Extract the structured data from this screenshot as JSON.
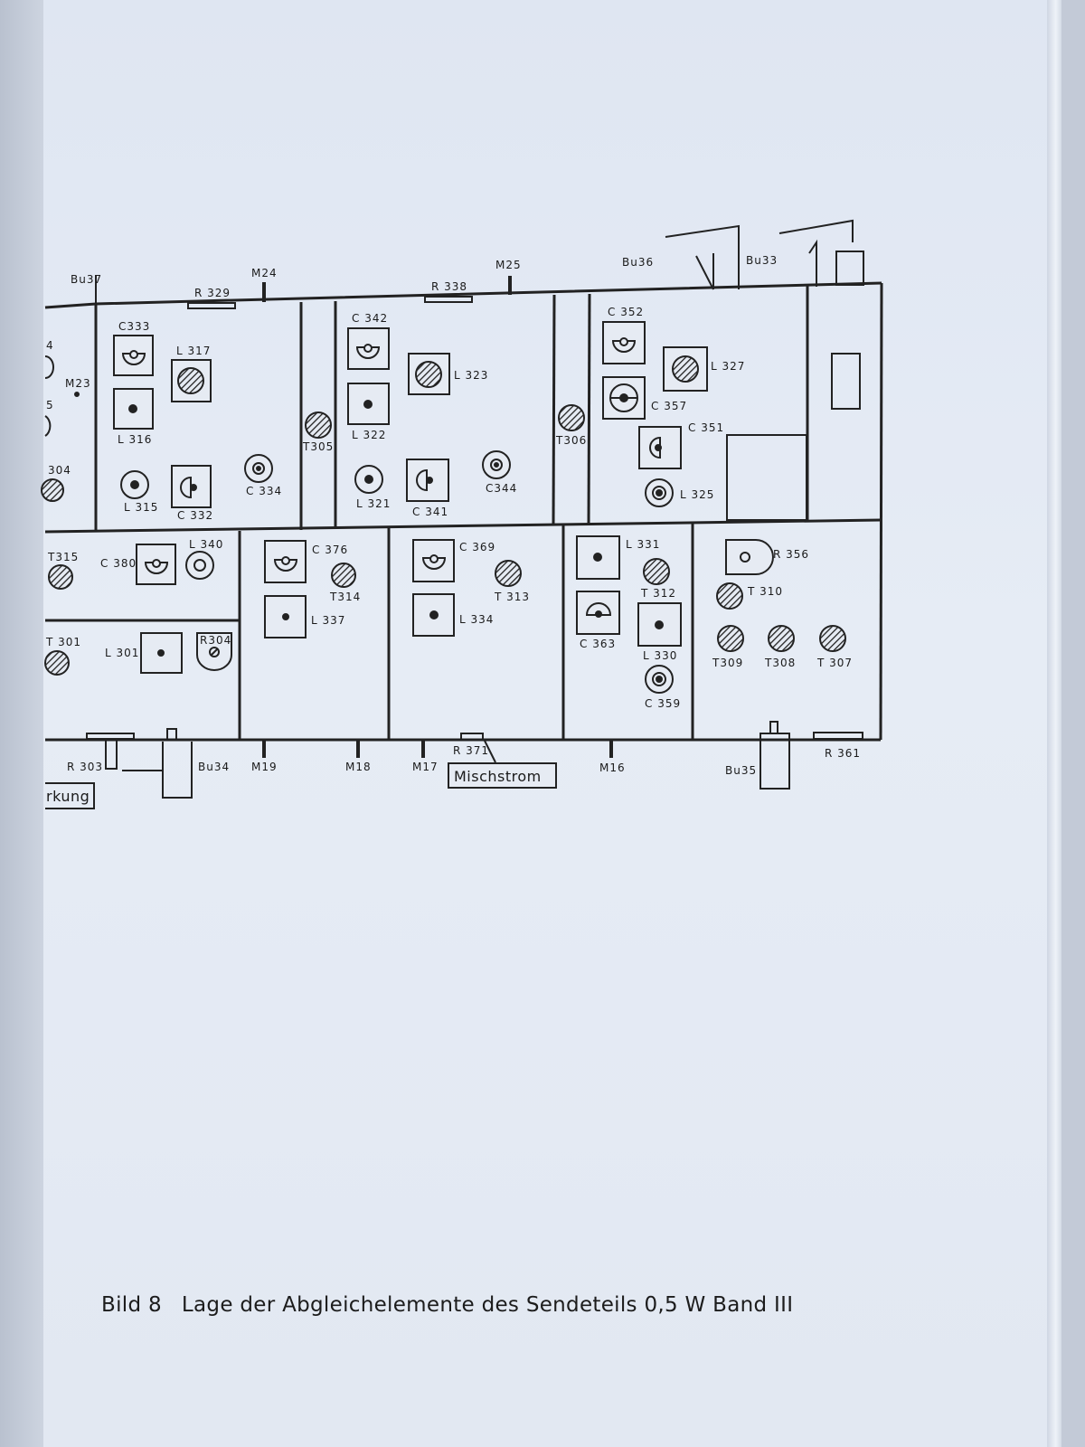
{
  "diagram": {
    "labels": {
      "bu37": "Bu37",
      "m24": "M24",
      "r329": "R 329",
      "r338": "R 338",
      "m25": "M25",
      "bu36": "Bu36",
      "bu33": "Bu33",
      "c333": "C333",
      "l317": "L 317",
      "m23": "M23",
      "l316": "L 316",
      "lbl304": "304",
      "l315": "L 315",
      "c332": "C 332",
      "c334": "C 334",
      "t305": "T305",
      "c342": "C 342",
      "l323": "L 323",
      "l322": "L 322",
      "l321": "L 321",
      "c341": "C 341",
      "c344": "C344",
      "t306": "T306",
      "c352": "C 352",
      "l327": "L 327",
      "c357": "C 357",
      "c351": "C 351",
      "l325": "L 325",
      "t315": "T315",
      "c380": "C 380",
      "l340": "L 340",
      "c376": "C 376",
      "t314": "T314",
      "l337": "L 337",
      "c369": "C 369",
      "t313": "T 313",
      "l334": "L 334",
      "l331": "L 331",
      "t312": "T 312",
      "c363": "C 363",
      "l330": "L 330",
      "c359": "C 359",
      "r356": "R 356",
      "t310": "T 310",
      "t309": "T309",
      "t308": "T308",
      "t307": "T 307",
      "t301": "T 301",
      "l301": "L 301",
      "r304": "R304",
      "r303": "R 303",
      "bu34": "Bu34",
      "m19": "M19",
      "m18": "M18",
      "m17": "M17",
      "r371": "R 371",
      "mischstrom": "Mischstrom",
      "m16": "M16",
      "bu35": "Bu35",
      "r361": "R 361",
      "wirkung": "rkung",
      "frag4": "4",
      "frag5": "5"
    }
  },
  "caption": {
    "figure": "Bild 8",
    "text": "Lage der Abgleichelemente des Sendeteils 0,5 W Band III"
  }
}
